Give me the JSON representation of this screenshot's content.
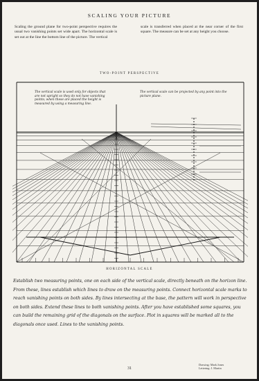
{
  "page": {
    "heading": "SCALING YOUR PICTURE",
    "intro_left": "Scaling the ground plane for two-point perspective requires the usual two vanishing points set wide apart. The horizontal scale is set out at the line the bottom line of the picture. The vertical",
    "intro_right": "scale is transferred when placed at the near corner of the first square. The measure can be set at any height you choose.",
    "figure_caption_top": "TWO-POINT PERSPECTIVE",
    "note_left": "The vertical scale is used only for objects that are not upright so they do not have vanishing points; when these are placed the height is measured by using a measuring line.",
    "note_right": "The vertical scale can be projected by any point into the picture plane.",
    "figure_caption_bottom": "HORIZONTAL SCALE",
    "handwritten_text": "Establish two measuring points, one on each side of the vertical scale, directly beneath on the horizon line. From these, lines establish which lines to draw on the measuring points. Connect horizontal scale marks to reach vanishing points on both sides. By lines intersecting at the base, the pattern will work in perspective on both sides. Extend these lines to both vanishing points. After you have established some squares, you can build the remaining grid of the diagonals on the surface. Plot in squares will be marked all to the diagonals once used. Lines to the vanishing points.",
    "page_number": "31",
    "credit_line_1": "Drawing: Mark Jones",
    "credit_line_2": "Lettering: J. Martin"
  }
}
